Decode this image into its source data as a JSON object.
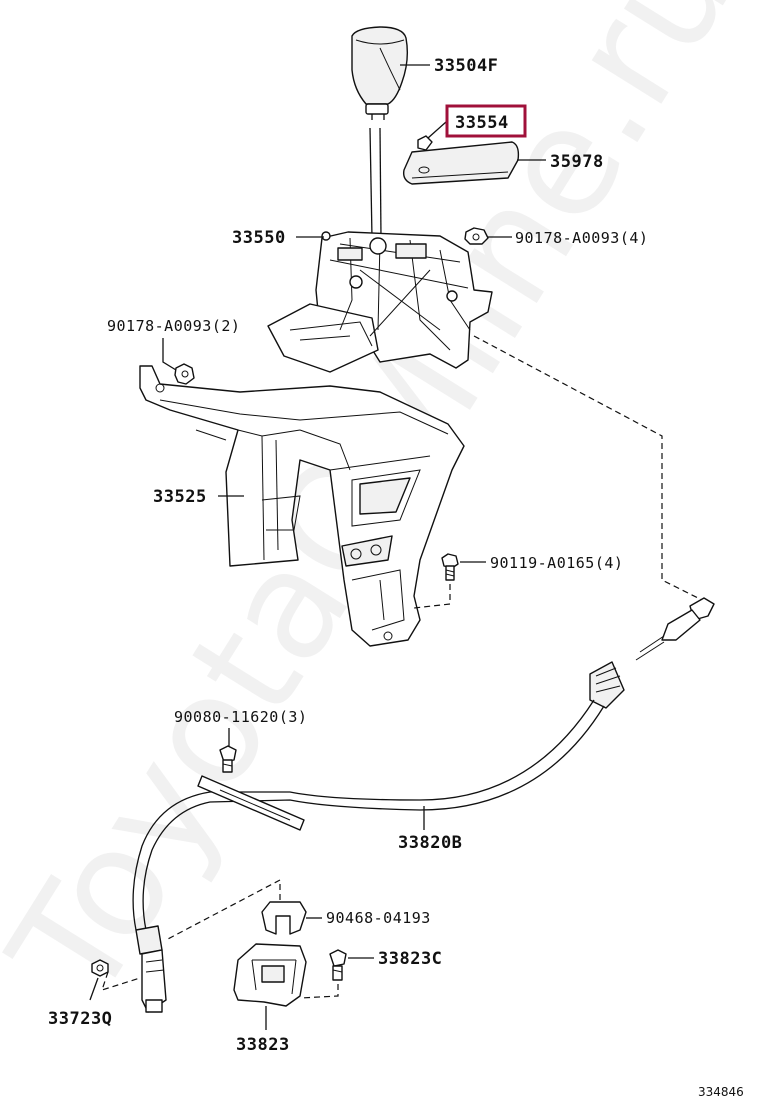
{
  "watermark": "ToyotaOMline.ru",
  "highlighted_part": "33554",
  "diagram_number": "334846",
  "parts": {
    "knob": "33504F",
    "button": "33554",
    "cover": "35978",
    "lever_assy": "33550",
    "nut_right": "90178-A0093(4)",
    "nut_left": "90178-A0093(2)",
    "bracket": "33525",
    "bolt_right": "90119-A0165(4)",
    "screw": "90080-11620(3)",
    "cable": "33820B",
    "clip": "90468-04193",
    "bolt_lower": "33823C",
    "nut_lower": "33723Q",
    "retainer": "33823"
  },
  "colors": {
    "highlight_border": "#a0103a",
    "line": "#111111",
    "watermark": "#e6e6e6"
  }
}
